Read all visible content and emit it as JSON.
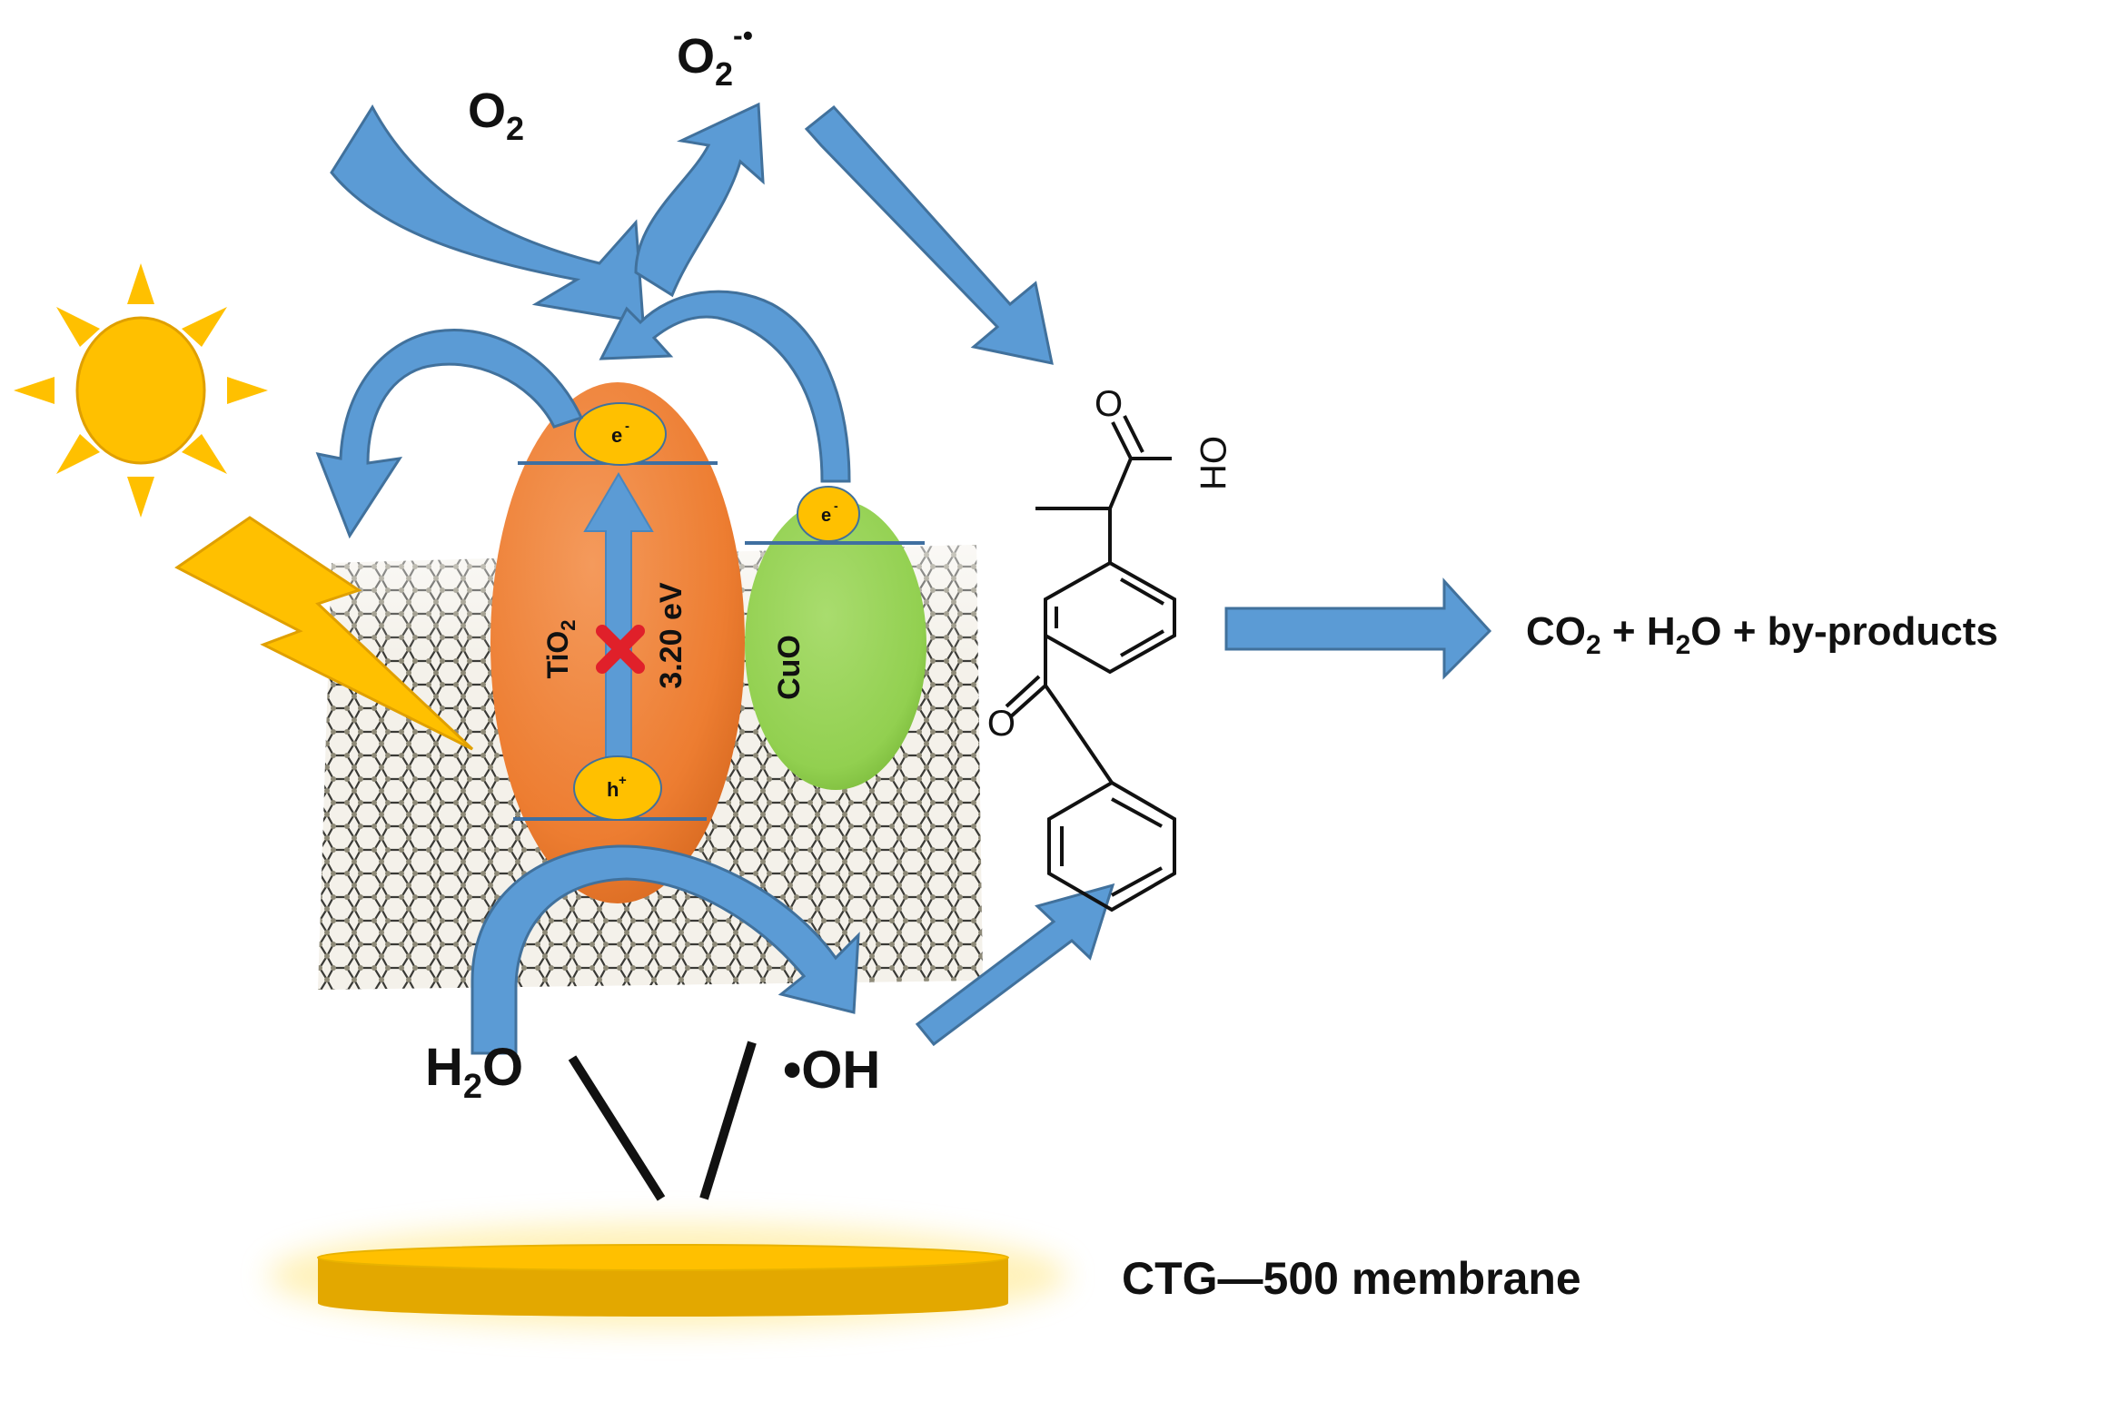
{
  "species": {
    "o2": "O",
    "o2_sub": "2",
    "superoxide": "O",
    "superoxide_sub": "2",
    "superoxide_sup": "-•",
    "water_h": "H",
    "water_sub": "2",
    "water_o": "O",
    "hydroxyl": "•OH"
  },
  "semiconductors": {
    "tio2": {
      "name": "TiO",
      "sub": "2",
      "color": "#ed7d31"
    },
    "cuo": {
      "name": "CuO",
      "color": "#92d050"
    },
    "band_gap": "3.20 eV",
    "electron": "e",
    "electron_sup": "-",
    "hole": "h",
    "hole_sup": "+",
    "carrier_color": "#ffc000"
  },
  "molecule": {
    "label_o_top": "O",
    "label_oh": "OH",
    "label_o_ketone": "O"
  },
  "products": {
    "co": "CO",
    "co_sub": "2",
    "plus1": " + H",
    "h2o_sub": "2",
    "rest": "O + by-products"
  },
  "membrane": {
    "label": "CTG—500 membrane",
    "color": "#ffc000"
  },
  "colors": {
    "arrow": "#5b9bd5",
    "sun": "#ffc000",
    "recombination_mark": "#e0202a"
  }
}
